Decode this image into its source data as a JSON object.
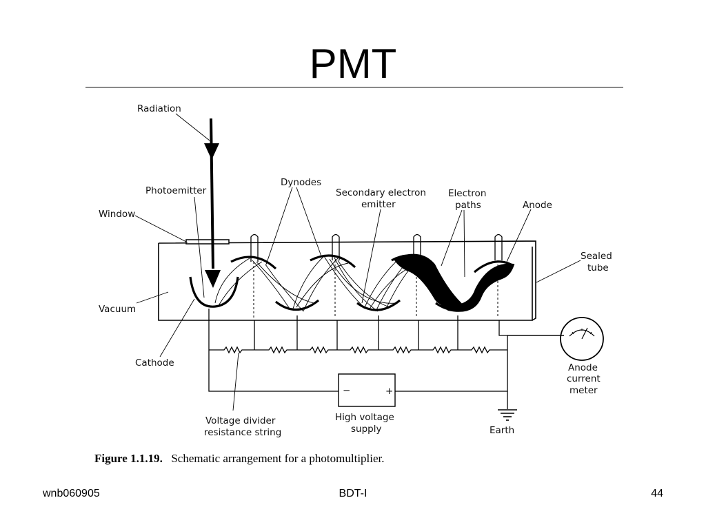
{
  "slide": {
    "title": "PMT",
    "footer_left": "wnb060905",
    "footer_center": "BDT-I",
    "footer_right": "44"
  },
  "diagram": {
    "labels": {
      "radiation": "Radiation",
      "photoemitter": "Photoemitter",
      "window": "Window",
      "dynodes": "Dynodes",
      "secondary_1": "Secondary electron",
      "secondary_2": "emitter",
      "electron_1": "Electron",
      "electron_2": "paths",
      "anode": "Anode",
      "sealed_1": "Sealed",
      "sealed_2": "tube",
      "vacuum": "Vacuum",
      "cathode": "Cathode",
      "meter_1": "Anode",
      "meter_2": "current",
      "meter_3": "meter",
      "divider_1": "Voltage divider",
      "divider_2": "resistance string",
      "hv_1": "High voltage",
      "hv_2": "supply",
      "hv_minus": "−",
      "hv_plus": "+",
      "earth": "Earth"
    },
    "caption_bold": "Figure 1.1.19.",
    "caption_text": "Schematic arrangement for a photomultiplier."
  }
}
